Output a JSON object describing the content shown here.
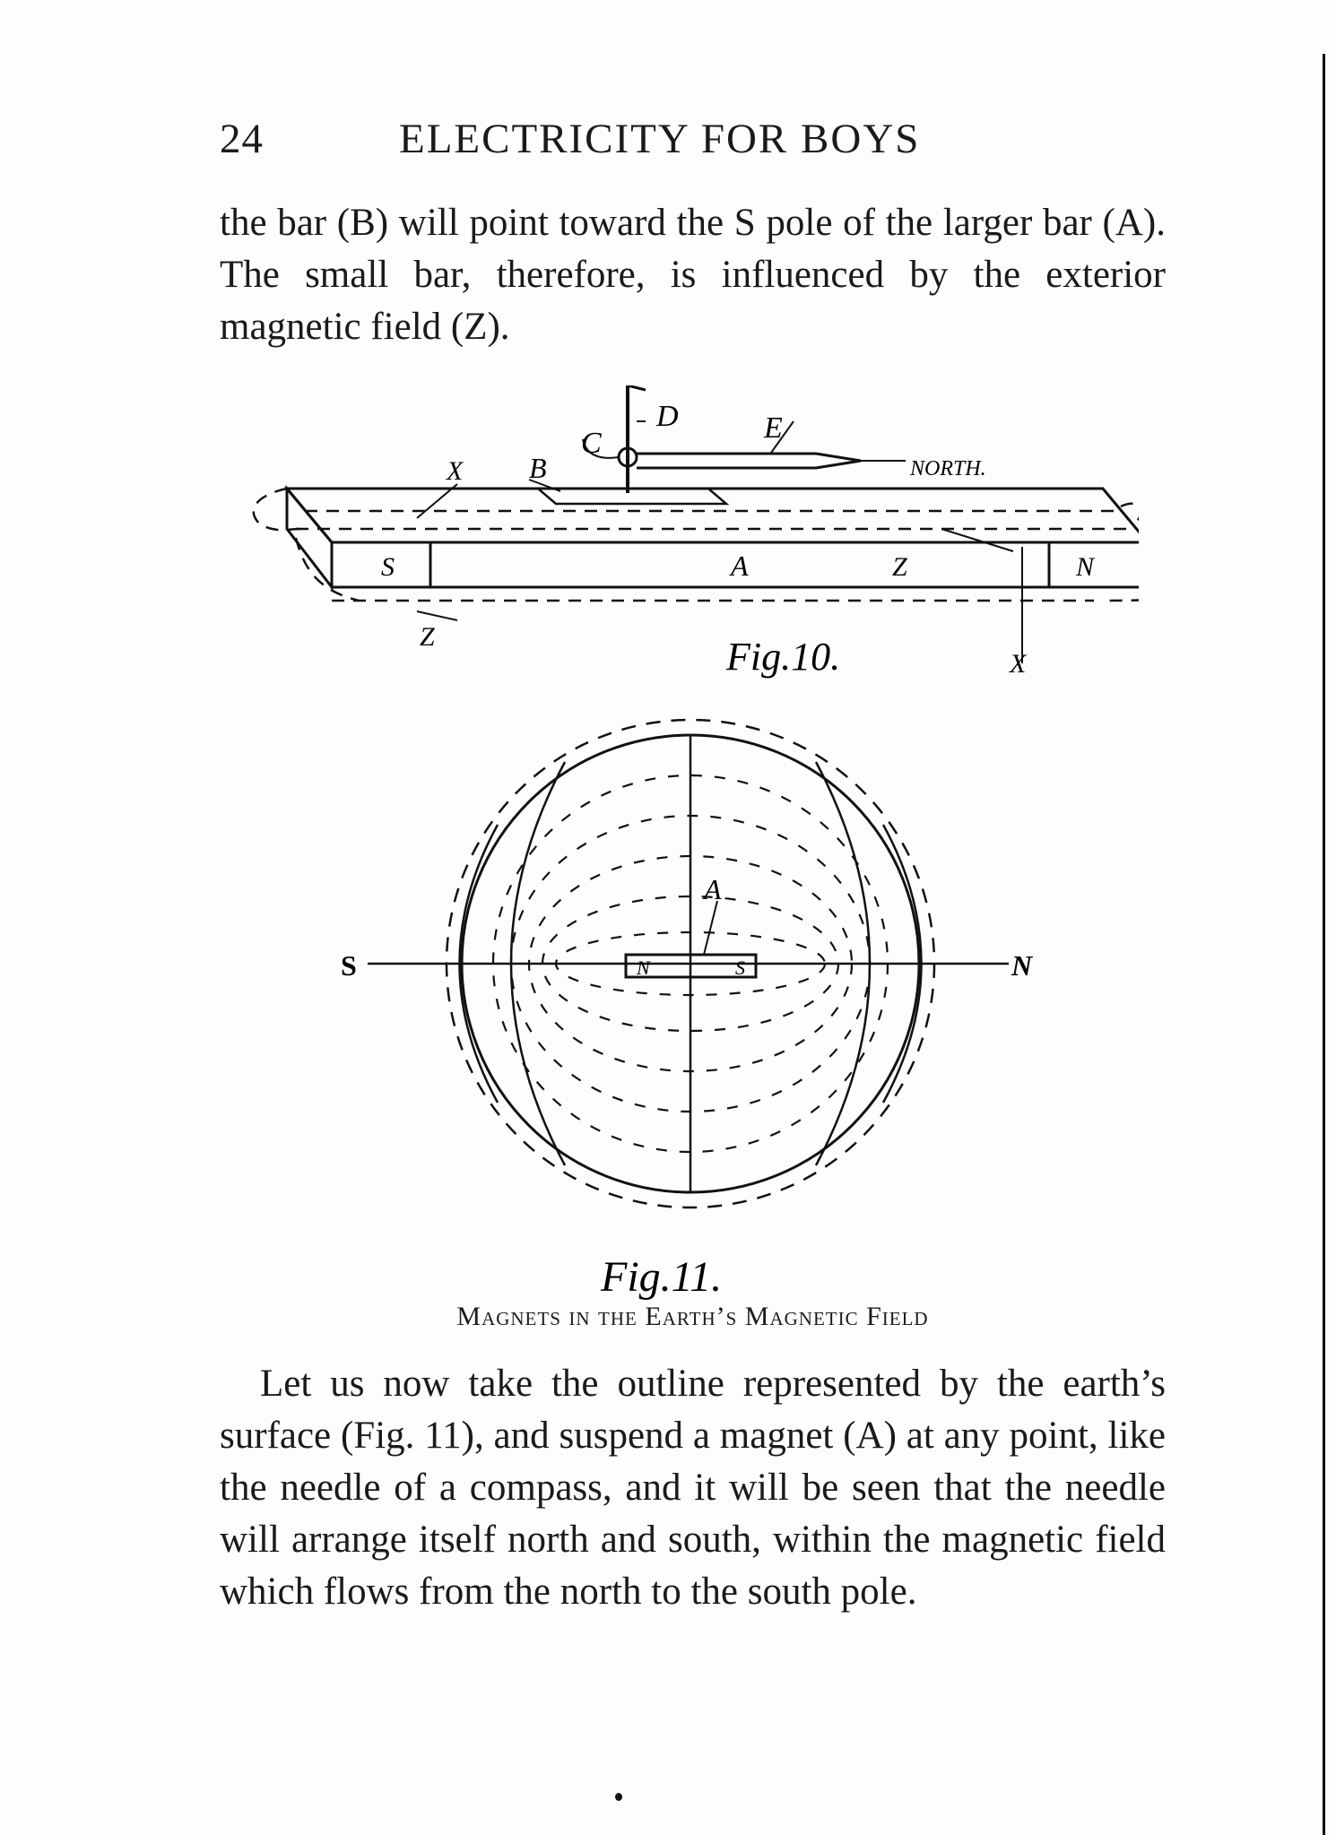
{
  "header": {
    "page_number": "24",
    "running_title": "ELECTRICITY FOR BOYS"
  },
  "paragraphs": [
    "the bar (B) will point toward the S pole of the larger bar (A). The small bar, therefore, is influenced by the exterior magnetic field (Z).",
    "Let us now take the outline represented by the earth’s surface (Fig. 11), and suspend a magnet (A) at any point, like the needle of a compass, and it will be seen that the needle will arrange itself north and south, within the magnetic field which flows from the north to the south pole."
  ],
  "fig10": {
    "caption": "Fig.10.",
    "labels": {
      "north": "NORTH.",
      "c": "C",
      "d": "D",
      "e": "E",
      "x": "X",
      "b": "B",
      "s": "S",
      "a": "A",
      "z": "Z",
      "n": "N"
    }
  },
  "fig11": {
    "caption": "Fig.11.",
    "labels": {
      "s": "S",
      "n": "N",
      "a": "A",
      "bar_n": "N",
      "bar_s": "S"
    }
  },
  "figure_caption": "Magnets in the Earth’s Magnetic Field"
}
